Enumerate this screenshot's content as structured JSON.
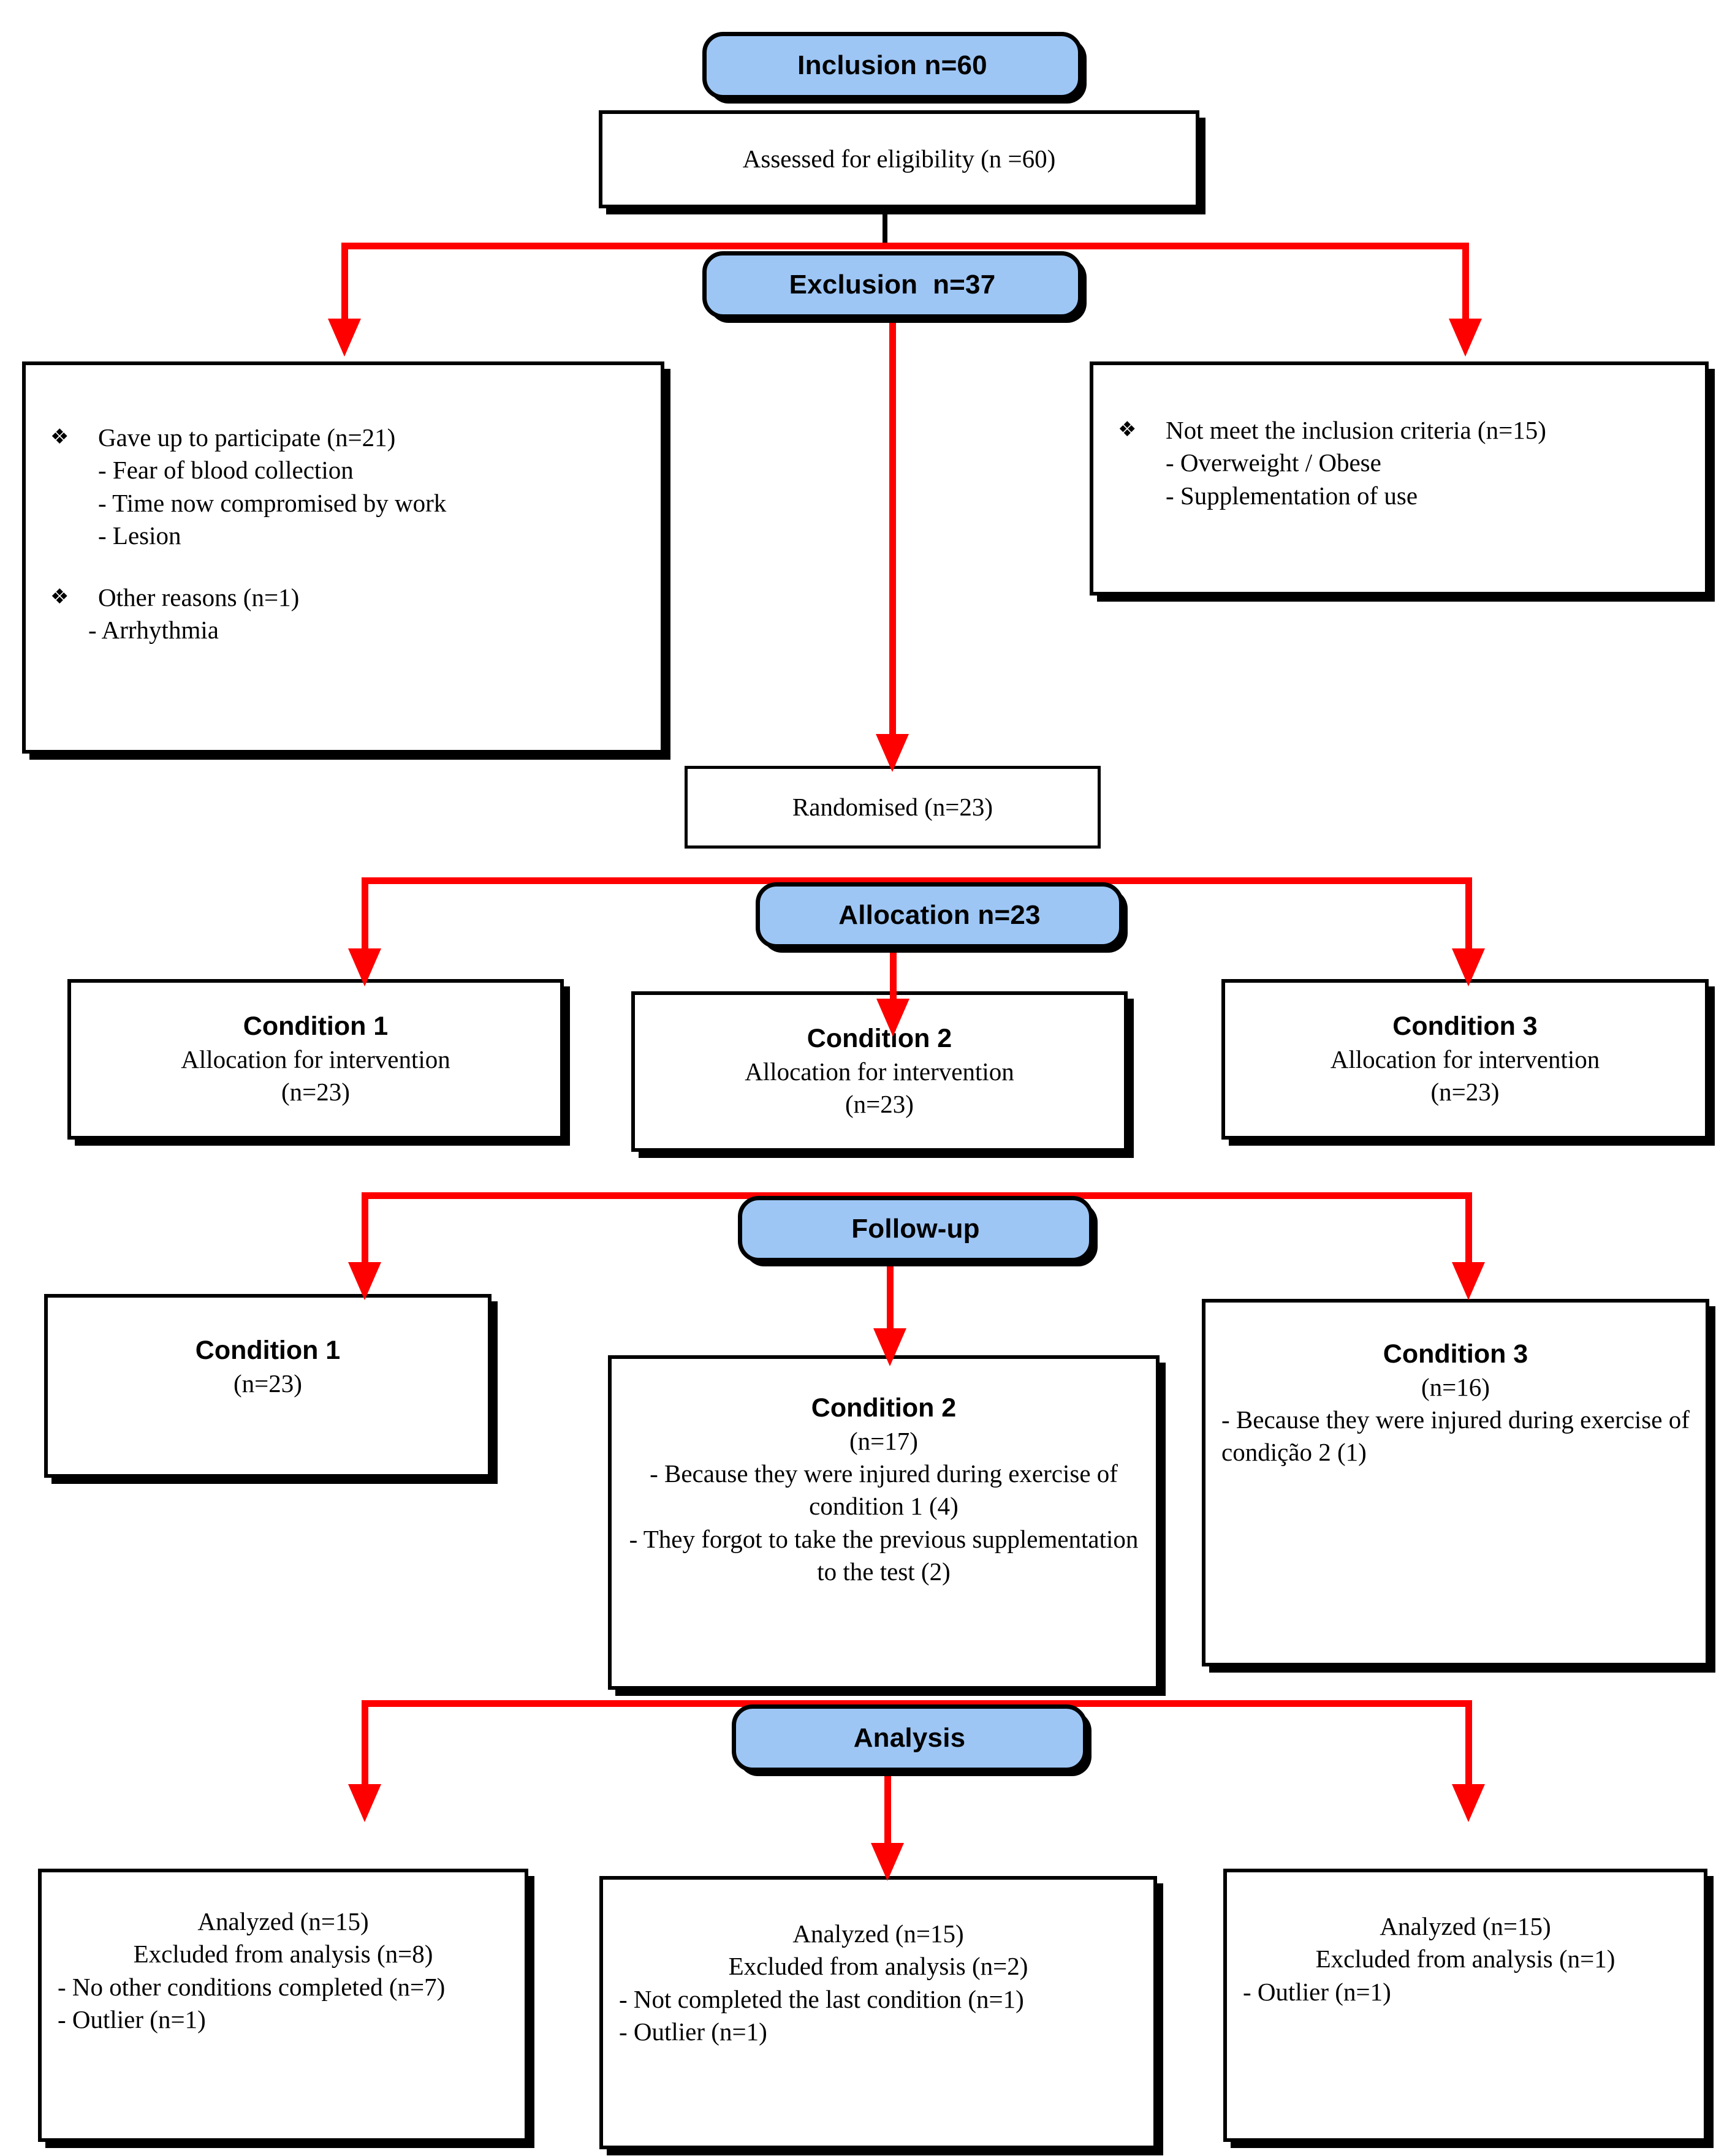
{
  "diagram": {
    "title": "CONSORT participant flow diagram",
    "accent_color": "#ff0000",
    "stage_fill": "#9dc6f5",
    "box_border": "#000000"
  },
  "stages": {
    "inclusion": "Inclusion n=60",
    "exclusion": "Exclusion  n=37",
    "allocation": "Allocation n=23",
    "followup": "Follow-up",
    "analysis": "Analysis"
  },
  "enrollment": {
    "assessed": "Assessed for eligibility (n =60)",
    "randomised": "Randomised (n=23)"
  },
  "exclusion_left": {
    "bullet1": "Gave up to participate (n=21)",
    "bullet1_sub": [
      "- Fear of blood collection",
      "- Time now compromised by work",
      "- Lesion"
    ],
    "bullet2": "Other reasons (n=1)",
    "bullet2_sub": [
      "- Arrhythmia"
    ]
  },
  "exclusion_right": {
    "bullet1": "Not meet the inclusion criteria (n=15)",
    "bullet1_sub": [
      "- Overweight / Obese",
      "- Supplementation of use"
    ]
  },
  "allocation_row": [
    {
      "title": "Condition 1",
      "line1": "Allocation for intervention",
      "line2": "(n=23)"
    },
    {
      "title": "Condition 2",
      "line1": "Allocation for intervention",
      "line2": "(n=23)"
    },
    {
      "title": "Condition 3",
      "line1": "Allocation for intervention",
      "line2": "(n=23)"
    }
  ],
  "followup_row": [
    {
      "title": "Condition 1",
      "count": "(n=23)",
      "reasons": []
    },
    {
      "title": "Condition 2",
      "count": "(n=17)",
      "reasons": [
        "- Because they were injured during exercise of condition 1 (4)",
        "- They forgot to take the previous supplementation to the test (2)"
      ]
    },
    {
      "title": "Condition 3",
      "count": "(n=16)",
      "reasons": [
        "- Because they were injured during exercise of condição 2 (1)"
      ]
    }
  ],
  "analysis_row": [
    {
      "analyzed": "Analyzed (n=15)",
      "excluded": "Excluded from analysis (n=8)",
      "reasons": [
        "- No other conditions completed (n=7)",
        "- Outlier (n=1)"
      ]
    },
    {
      "analyzed": "Analyzed (n=15)",
      "excluded": "Excluded from analysis (n=2)",
      "reasons": [
        "- Not completed the last condition (n=1)",
        "- Outlier (n=1)"
      ]
    },
    {
      "analyzed": "Analyzed  (n=15)",
      "excluded": "Excluded from analysis (n=1)",
      "reasons": [
        "- Outlier (n=1)"
      ]
    }
  ],
  "icons": {
    "bullet": "❖"
  }
}
